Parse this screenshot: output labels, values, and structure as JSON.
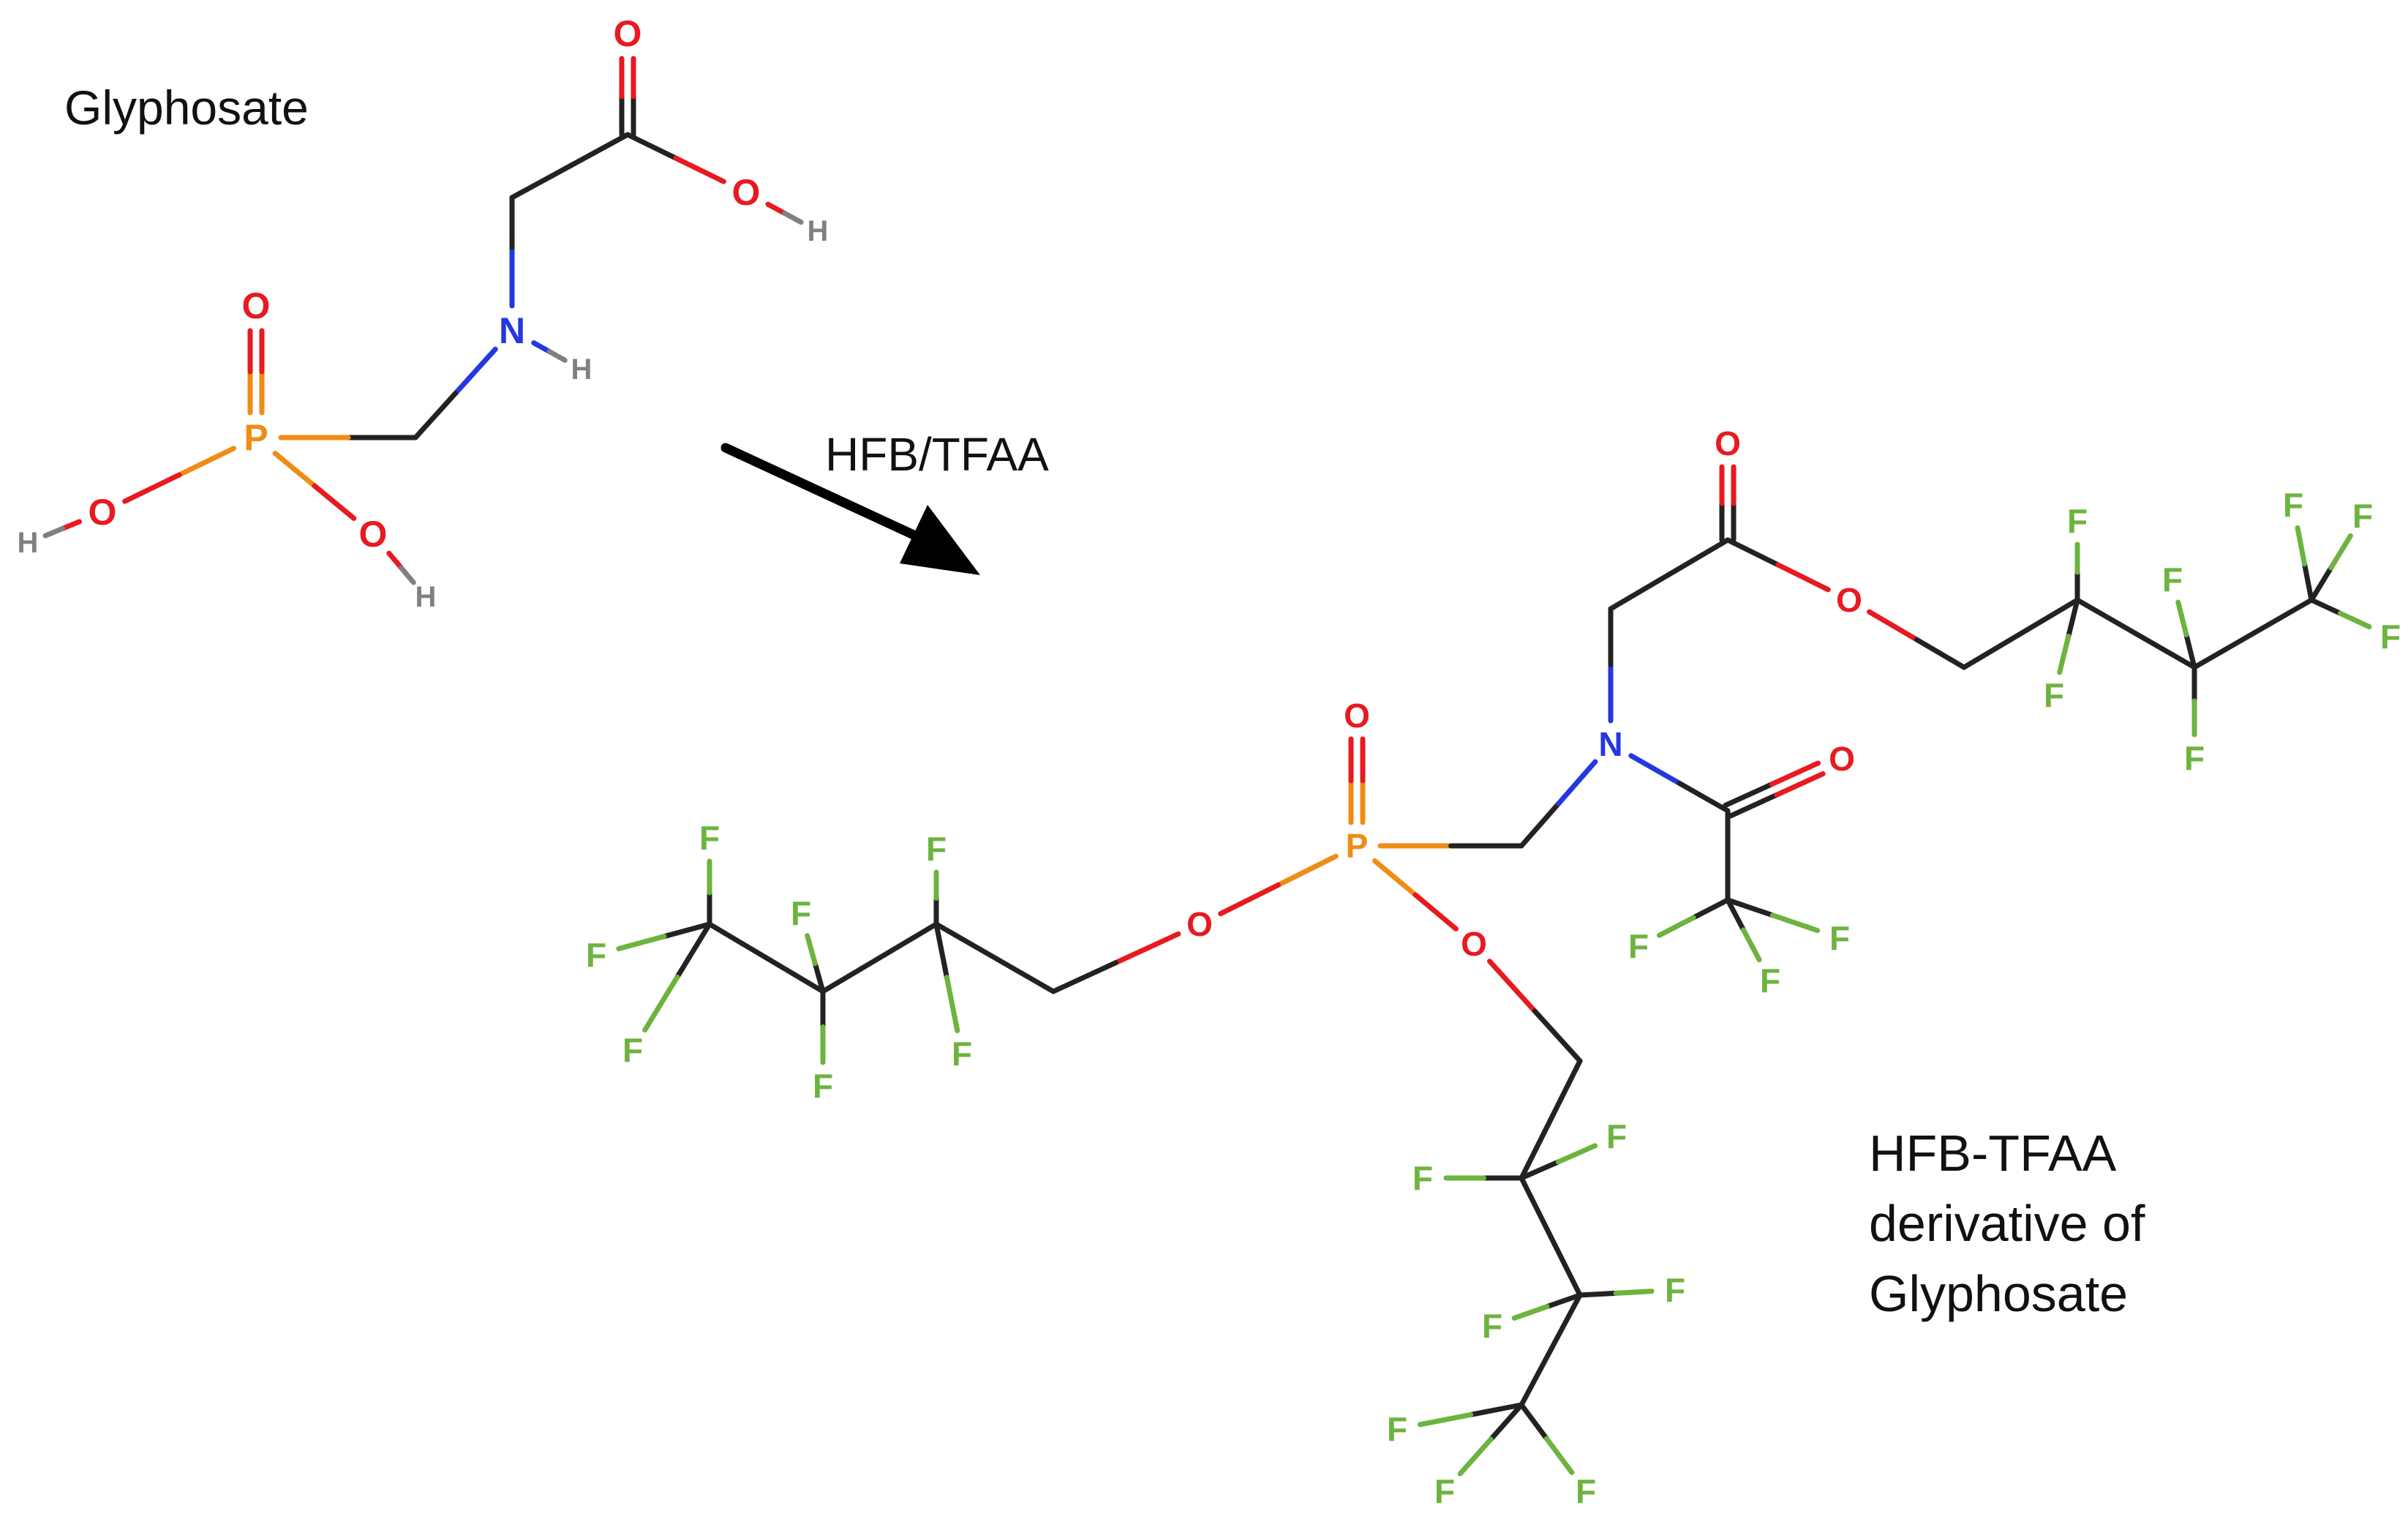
{
  "labels": {
    "reactant_name": "Glyphosate",
    "reagent": "HFB/TFAA",
    "product_line1": "HFB-TFAA",
    "product_line2": "derivative of",
    "product_line3": "Glyphosate"
  },
  "element_colors": {
    "C": "#222222",
    "O": "#e8191f",
    "N": "#2437e0",
    "P": "#f08c14",
    "H": "#808080",
    "F": "#6db33f"
  },
  "reactant": {
    "atoms": [
      {
        "id": "O1",
        "el": "O"
      },
      {
        "id": "C1",
        "el": "C"
      },
      {
        "id": "O2",
        "el": "O"
      },
      {
        "id": "H1",
        "el": "H"
      },
      {
        "id": "C2",
        "el": "C"
      },
      {
        "id": "N",
        "el": "N"
      },
      {
        "id": "H2",
        "el": "H"
      },
      {
        "id": "C3",
        "el": "C"
      },
      {
        "id": "P",
        "el": "P"
      },
      {
        "id": "O3",
        "el": "O"
      },
      {
        "id": "O4",
        "el": "O"
      },
      {
        "id": "H3",
        "el": "H"
      },
      {
        "id": "O5",
        "el": "O"
      },
      {
        "id": "H4",
        "el": "H"
      }
    ],
    "bonds": [
      {
        "a": "C1",
        "b": "O1",
        "order": 2
      },
      {
        "a": "C1",
        "b": "O2",
        "order": 1
      },
      {
        "a": "O2",
        "b": "H1",
        "order": 1
      },
      {
        "a": "C1",
        "b": "C2",
        "order": 1
      },
      {
        "a": "C2",
        "b": "N",
        "order": 1
      },
      {
        "a": "N",
        "b": "H2",
        "order": 1
      },
      {
        "a": "N",
        "b": "C3",
        "order": 1
      },
      {
        "a": "C3",
        "b": "P",
        "order": 1
      },
      {
        "a": "P",
        "b": "O3",
        "order": 2
      },
      {
        "a": "P",
        "b": "O4",
        "order": 1
      },
      {
        "a": "O4",
        "b": "H3",
        "order": 1
      },
      {
        "a": "P",
        "b": "O5",
        "order": 1
      },
      {
        "a": "O5",
        "b": "H4",
        "order": 1
      }
    ]
  },
  "product": {
    "atoms": [
      {
        "id": "P",
        "el": "P"
      },
      {
        "id": "Op",
        "el": "O"
      },
      {
        "id": "CH2a",
        "el": "C"
      },
      {
        "id": "N",
        "el": "N"
      },
      {
        "id": "CH2b",
        "el": "C"
      },
      {
        "id": "Cc",
        "el": "C"
      },
      {
        "id": "Oc",
        "el": "O"
      },
      {
        "id": "Oe",
        "el": "O"
      },
      {
        "id": "Ce1",
        "el": "C"
      },
      {
        "id": "Ce2",
        "el": "C"
      },
      {
        "id": "Fe2a",
        "el": "F"
      },
      {
        "id": "Fe2b",
        "el": "F"
      },
      {
        "id": "Ce3",
        "el": "C"
      },
      {
        "id": "Fe3a",
        "el": "F"
      },
      {
        "id": "Fe3b",
        "el": "F"
      },
      {
        "id": "Ce4",
        "el": "C"
      },
      {
        "id": "Fe4a",
        "el": "F"
      },
      {
        "id": "Fe4b",
        "el": "F"
      },
      {
        "id": "Fe4c",
        "el": "F"
      },
      {
        "id": "Ca",
        "el": "C"
      },
      {
        "id": "Oa",
        "el": "O"
      },
      {
        "id": "Ct",
        "el": "C"
      },
      {
        "id": "Ft1",
        "el": "F"
      },
      {
        "id": "Ft2",
        "el": "F"
      },
      {
        "id": "Ft3",
        "el": "F"
      },
      {
        "id": "O1",
        "el": "O"
      },
      {
        "id": "Cl1",
        "el": "C"
      },
      {
        "id": "Cl2",
        "el": "C"
      },
      {
        "id": "Fl2a",
        "el": "F"
      },
      {
        "id": "Fl2b",
        "el": "F"
      },
      {
        "id": "Cl3",
        "el": "C"
      },
      {
        "id": "Fl3a",
        "el": "F"
      },
      {
        "id": "Fl3b",
        "el": "F"
      },
      {
        "id": "Cl4",
        "el": "C"
      },
      {
        "id": "Fl4a",
        "el": "F"
      },
      {
        "id": "Fl4b",
        "el": "F"
      },
      {
        "id": "Fl4c",
        "el": "F"
      },
      {
        "id": "O2",
        "el": "O"
      },
      {
        "id": "Cd1",
        "el": "C"
      },
      {
        "id": "Cd2",
        "el": "C"
      },
      {
        "id": "Fd2a",
        "el": "F"
      },
      {
        "id": "Fd2b",
        "el": "F"
      },
      {
        "id": "Cd3",
        "el": "C"
      },
      {
        "id": "Fd3a",
        "el": "F"
      },
      {
        "id": "Fd3b",
        "el": "F"
      },
      {
        "id": "Cd4",
        "el": "C"
      },
      {
        "id": "Fd4a",
        "el": "F"
      },
      {
        "id": "Fd4b",
        "el": "F"
      },
      {
        "id": "Fd4c",
        "el": "F"
      }
    ],
    "bonds": [
      {
        "a": "P",
        "b": "Op",
        "order": 2
      },
      {
        "a": "P",
        "b": "CH2a",
        "order": 1
      },
      {
        "a": "CH2a",
        "b": "N",
        "order": 1
      },
      {
        "a": "N",
        "b": "CH2b",
        "order": 1
      },
      {
        "a": "CH2b",
        "b": "Cc",
        "order": 1
      },
      {
        "a": "Cc",
        "b": "Oc",
        "order": 2
      },
      {
        "a": "Cc",
        "b": "Oe",
        "order": 1
      },
      {
        "a": "Oe",
        "b": "Ce1",
        "order": 1
      },
      {
        "a": "Ce1",
        "b": "Ce2",
        "order": 1
      },
      {
        "a": "Ce2",
        "b": "Fe2a",
        "order": 1
      },
      {
        "a": "Ce2",
        "b": "Fe2b",
        "order": 1
      },
      {
        "a": "Ce2",
        "b": "Ce3",
        "order": 1
      },
      {
        "a": "Ce3",
        "b": "Fe3a",
        "order": 1
      },
      {
        "a": "Ce3",
        "b": "Fe3b",
        "order": 1
      },
      {
        "a": "Ce3",
        "b": "Ce4",
        "order": 1
      },
      {
        "a": "Ce4",
        "b": "Fe4a",
        "order": 1
      },
      {
        "a": "Ce4",
        "b": "Fe4b",
        "order": 1
      },
      {
        "a": "Ce4",
        "b": "Fe4c",
        "order": 1
      },
      {
        "a": "N",
        "b": "Ca",
        "order": 1
      },
      {
        "a": "Ca",
        "b": "Oa",
        "order": 2
      },
      {
        "a": "Ca",
        "b": "Ct",
        "order": 1
      },
      {
        "a": "Ct",
        "b": "Ft1",
        "order": 1
      },
      {
        "a": "Ct",
        "b": "Ft2",
        "order": 1
      },
      {
        "a": "Ct",
        "b": "Ft3",
        "order": 1
      },
      {
        "a": "P",
        "b": "O1",
        "order": 1
      },
      {
        "a": "O1",
        "b": "Cl1",
        "order": 1
      },
      {
        "a": "Cl1",
        "b": "Cl2",
        "order": 1
      },
      {
        "a": "Cl2",
        "b": "Fl2a",
        "order": 1
      },
      {
        "a": "Cl2",
        "b": "Fl2b",
        "order": 1
      },
      {
        "a": "Cl2",
        "b": "Cl3",
        "order": 1
      },
      {
        "a": "Cl3",
        "b": "Fl3a",
        "order": 1
      },
      {
        "a": "Cl3",
        "b": "Fl3b",
        "order": 1
      },
      {
        "a": "Cl3",
        "b": "Cl4",
        "order": 1
      },
      {
        "a": "Cl4",
        "b": "Fl4a",
        "order": 1
      },
      {
        "a": "Cl4",
        "b": "Fl4b",
        "order": 1
      },
      {
        "a": "Cl4",
        "b": "Fl4c",
        "order": 1
      },
      {
        "a": "P",
        "b": "O2",
        "order": 1
      },
      {
        "a": "O2",
        "b": "Cd1",
        "order": 1
      },
      {
        "a": "Cd1",
        "b": "Cd2",
        "order": 1
      },
      {
        "a": "Cd2",
        "b": "Fd2a",
        "order": 1
      },
      {
        "a": "Cd2",
        "b": "Fd2b",
        "order": 1
      },
      {
        "a": "Cd2",
        "b": "Cd3",
        "order": 1
      },
      {
        "a": "Cd3",
        "b": "Fd3a",
        "order": 1
      },
      {
        "a": "Cd3",
        "b": "Fd3b",
        "order": 1
      },
      {
        "a": "Cd3",
        "b": "Cd4",
        "order": 1
      },
      {
        "a": "Cd4",
        "b": "Fd4a",
        "order": 1
      },
      {
        "a": "Cd4",
        "b": "Fd4b",
        "order": 1
      },
      {
        "a": "Cd4",
        "b": "Fd4c",
        "order": 1
      }
    ]
  }
}
